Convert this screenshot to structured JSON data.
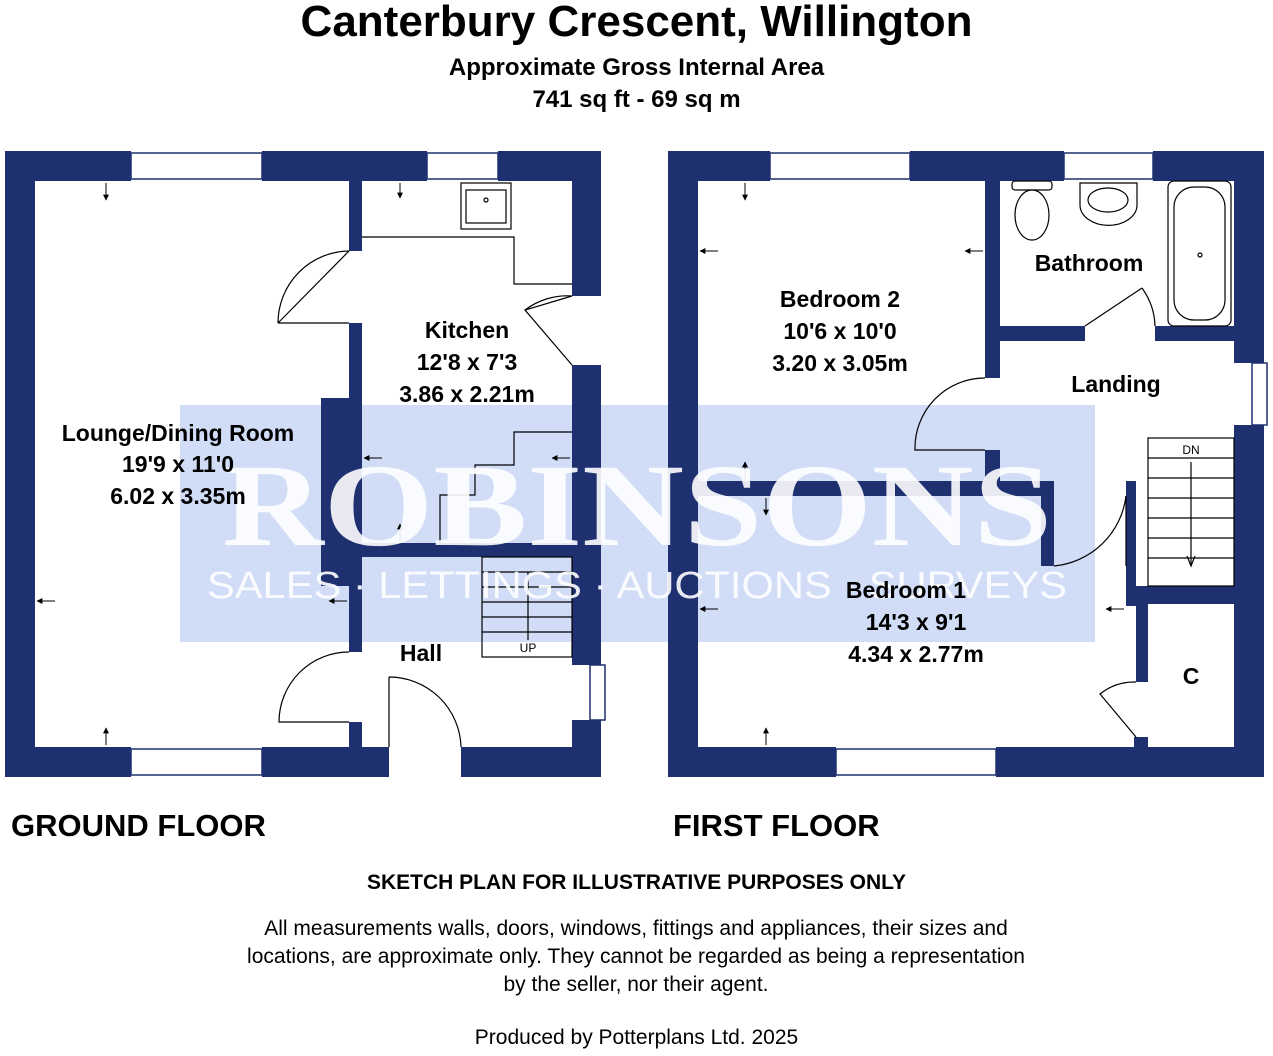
{
  "header": {
    "title": "Canterbury Crescent, Willington",
    "area_label": "Approximate Gross Internal Area",
    "area_value": "741 sq ft - 69 sq m"
  },
  "colors": {
    "wall": "#1f3070",
    "watermark_band": "#c9d6f5",
    "watermark_text": "#ffffff"
  },
  "watermark": {
    "brand": "ROBINSONS",
    "tagline": "SALES · LETTINGS · AUCTIONS · SURVEYS"
  },
  "ground_floor": {
    "label": "GROUND FLOOR",
    "rooms": [
      {
        "name": "Lounge/Dining Room",
        "imperial": "19'9 x 11'0",
        "metric": "6.02 x 3.35m"
      },
      {
        "name": "Kitchen",
        "imperial": "12'8 x 7'3",
        "metric": "3.86 x 2.21m"
      },
      {
        "name": "Hall"
      }
    ],
    "stairs_label": "UP"
  },
  "first_floor": {
    "label": "FIRST FLOOR",
    "rooms": [
      {
        "name": "Bedroom 2",
        "imperial": "10'6 x 10'0",
        "metric": "3.20 x 3.05m"
      },
      {
        "name": "Bathroom"
      },
      {
        "name": "Landing"
      },
      {
        "name": "Bedroom 1",
        "imperial": "14'3 x 9'1",
        "metric": "4.34 x 2.77m"
      },
      {
        "name": "C"
      }
    ],
    "stairs_label": "DN"
  },
  "footer": {
    "notice_title": "SKETCH PLAN FOR ILLUSTRATIVE PURPOSES ONLY",
    "notice_text": "All measurements walls, doors, windows, fittings and appliances, their sizes and locations, are approximate only. They cannot be regarded as being a representation by the seller, nor their agent.",
    "produced_by": "Produced by Potterplans Ltd. 2025"
  }
}
